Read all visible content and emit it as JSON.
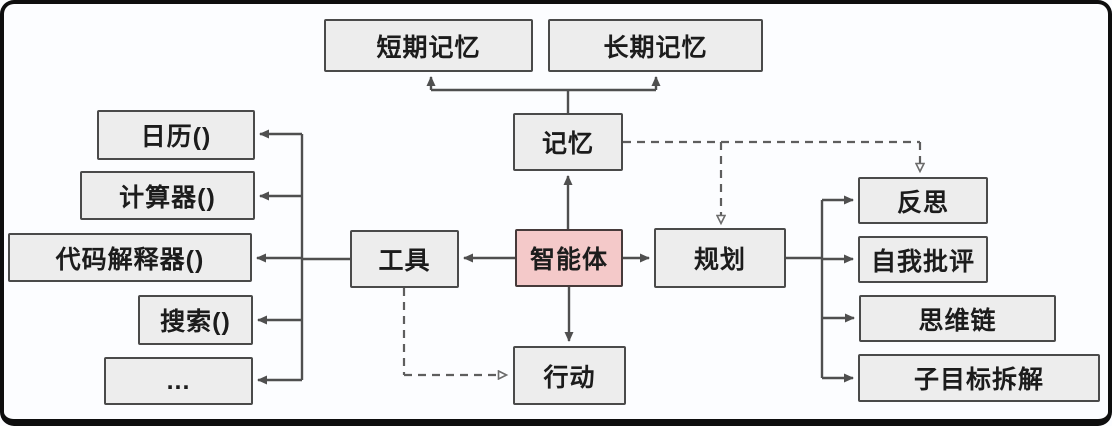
{
  "diagram": {
    "nodes": {
      "short_term_memory": {
        "label": "短期记忆"
      },
      "long_term_memory": {
        "label": "长期记忆"
      },
      "memory": {
        "label": "记忆"
      },
      "agent": {
        "label": "智能体"
      },
      "tools": {
        "label": "工具"
      },
      "planning": {
        "label": "规划"
      },
      "action": {
        "label": "行动"
      },
      "calendar": {
        "label": "日历()"
      },
      "calculator": {
        "label": "计算器()"
      },
      "code_interpreter": {
        "label": "代码解释器()"
      },
      "search": {
        "label": "搜索()"
      },
      "more_tools": {
        "label": "..."
      },
      "reflection": {
        "label": "反思"
      },
      "self_critique": {
        "label": "自我批评"
      },
      "chain_of_thought": {
        "label": "思维链"
      },
      "subgoal_decomposition": {
        "label": "子目标拆解"
      }
    },
    "colors": {
      "node_fill": "#ededed",
      "node_border": "#4a4a4a",
      "agent_fill": "#f4c9c9",
      "line": "#4f4f4f",
      "background": "#fcfdff",
      "frame": "#0e0e0e"
    }
  }
}
